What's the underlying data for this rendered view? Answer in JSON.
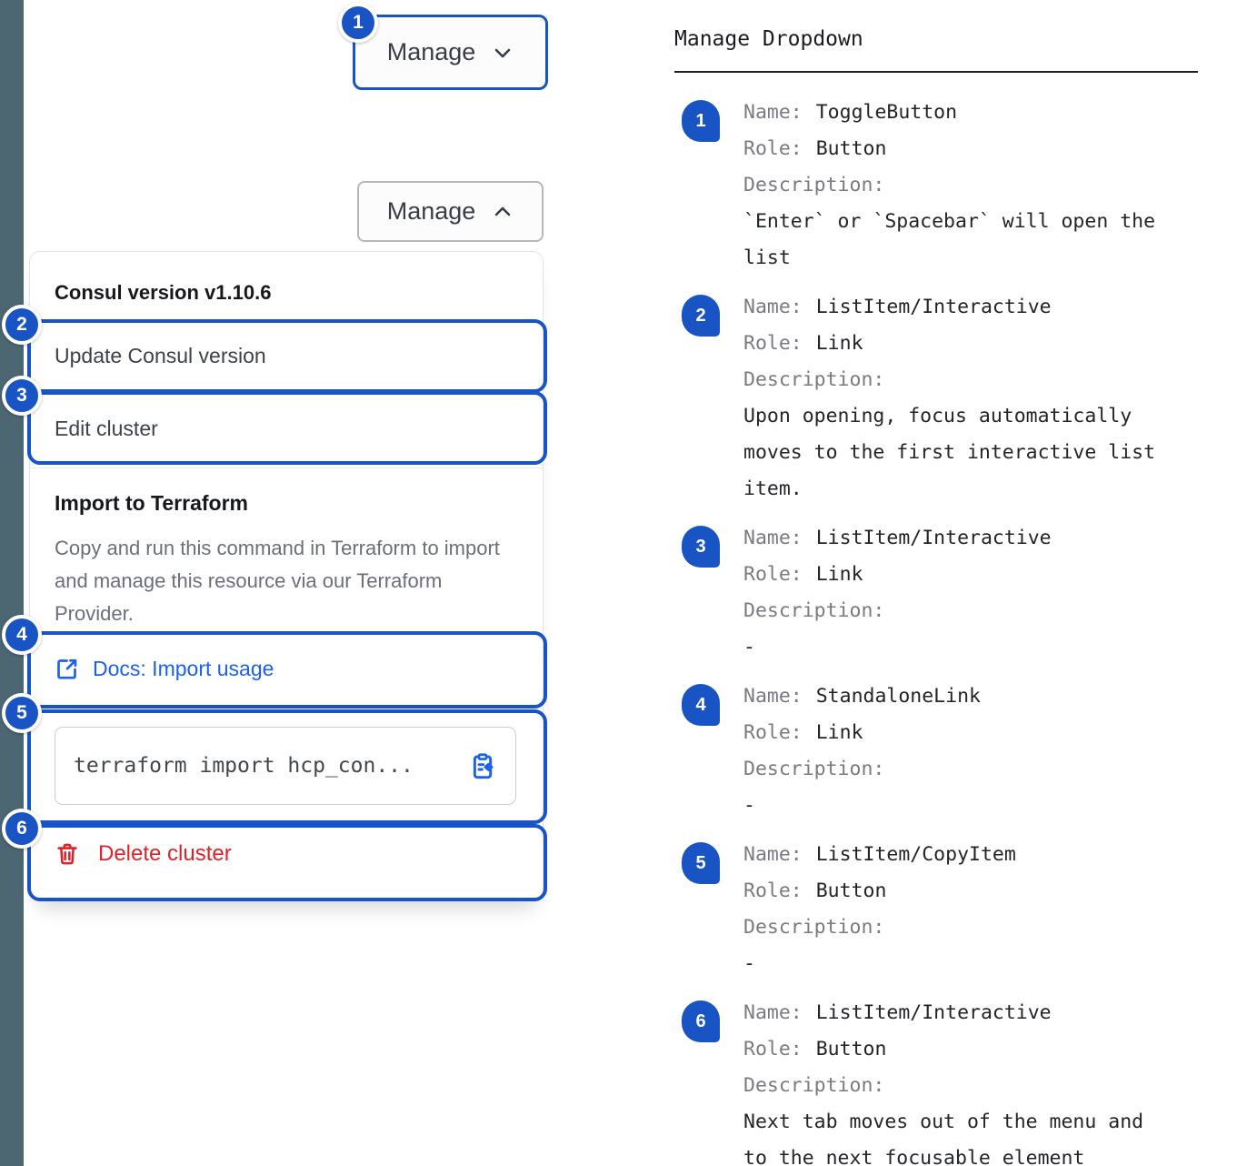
{
  "colors": {
    "accent": "#1854c4",
    "link": "#1c61e9",
    "danger": "#e02128",
    "strip": "#4c6672"
  },
  "left": {
    "toggle_closed": {
      "label": "Manage"
    },
    "toggle_open": {
      "label": "Manage"
    },
    "pins": [
      "1",
      "2",
      "3",
      "4",
      "5",
      "6"
    ],
    "dropdown": {
      "version_header": "Consul version v1.10.6",
      "update_item": "Update Consul version",
      "edit_item": "Edit cluster",
      "import_title": "Import to Terraform",
      "import_description": "Copy and run this command in Terraform to import and manage this resource via our Terraform Provider.",
      "docs_link": "Docs: Import usage",
      "code_snippet": "terraform import hcp_con...",
      "delete_item": "Delete cluster"
    }
  },
  "right": {
    "title": "Manage Dropdown",
    "labels": {
      "name": "Name:",
      "role": "Role:",
      "description": "Description:"
    },
    "entries": [
      {
        "num": "1",
        "name": "ToggleButton",
        "role": "Button",
        "description": "`Enter` or `Spacebar` will open the list"
      },
      {
        "num": "2",
        "name": "ListItem/Interactive",
        "role": "Link",
        "description": "Upon opening, focus automatically moves to the first interactive list item."
      },
      {
        "num": "3",
        "name": "ListItem/Interactive",
        "role": "Link",
        "description": "-"
      },
      {
        "num": "4",
        "name": "StandaloneLink",
        "role": "Link",
        "description": "-"
      },
      {
        "num": "5",
        "name": "ListItem/CopyItem",
        "role": "Button",
        "description": "-"
      },
      {
        "num": "6",
        "name": "ListItem/Interactive",
        "role": "Button",
        "description": "Next tab moves out of the menu and to the next focusable element"
      }
    ]
  }
}
